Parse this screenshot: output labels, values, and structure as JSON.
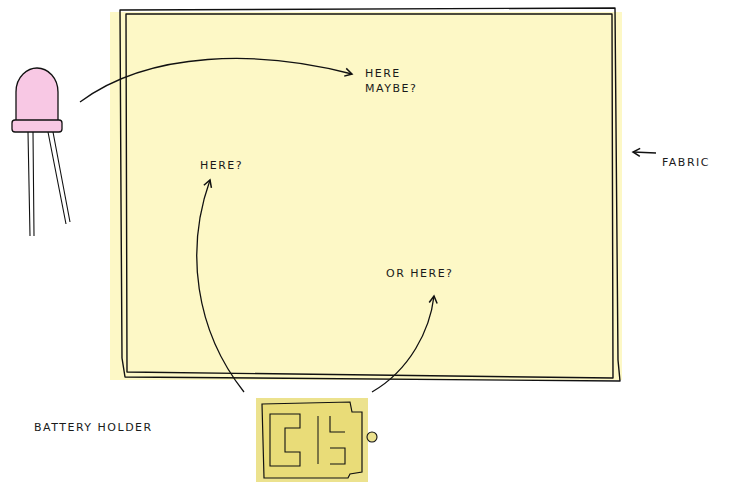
{
  "diagram": {
    "nodes": [
      {
        "text": [
          "FABRIC"
        ]
      }
    ],
    "labels": [
      "HERE MAYBE?",
      "HERE?",
      "OR HERE?",
      "BATTERY HOLDER"
    ]
  }
}
